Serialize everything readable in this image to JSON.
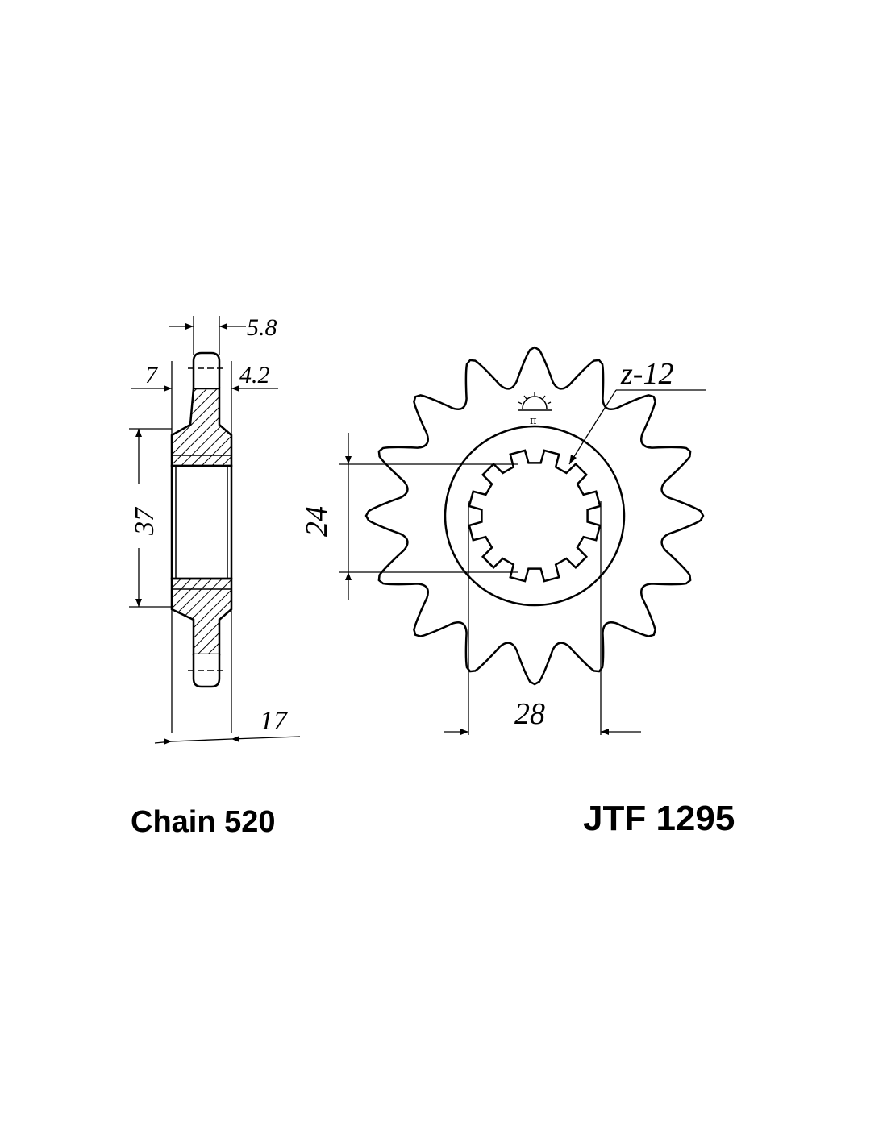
{
  "side_view": {
    "dim_top_offset": "5.8",
    "dim_left_offset": "7",
    "dim_right_offset": "4.2",
    "dim_bore": "37",
    "dim_width": "17"
  },
  "front_view": {
    "spline_label": "z-12",
    "dim_inner_spline": "24",
    "dim_outer_spline": "28",
    "tooth_count_drawn": 16,
    "spline_count": 12
  },
  "footer": {
    "chain_label": "Chain 520",
    "part_number": "JTF 1295"
  }
}
